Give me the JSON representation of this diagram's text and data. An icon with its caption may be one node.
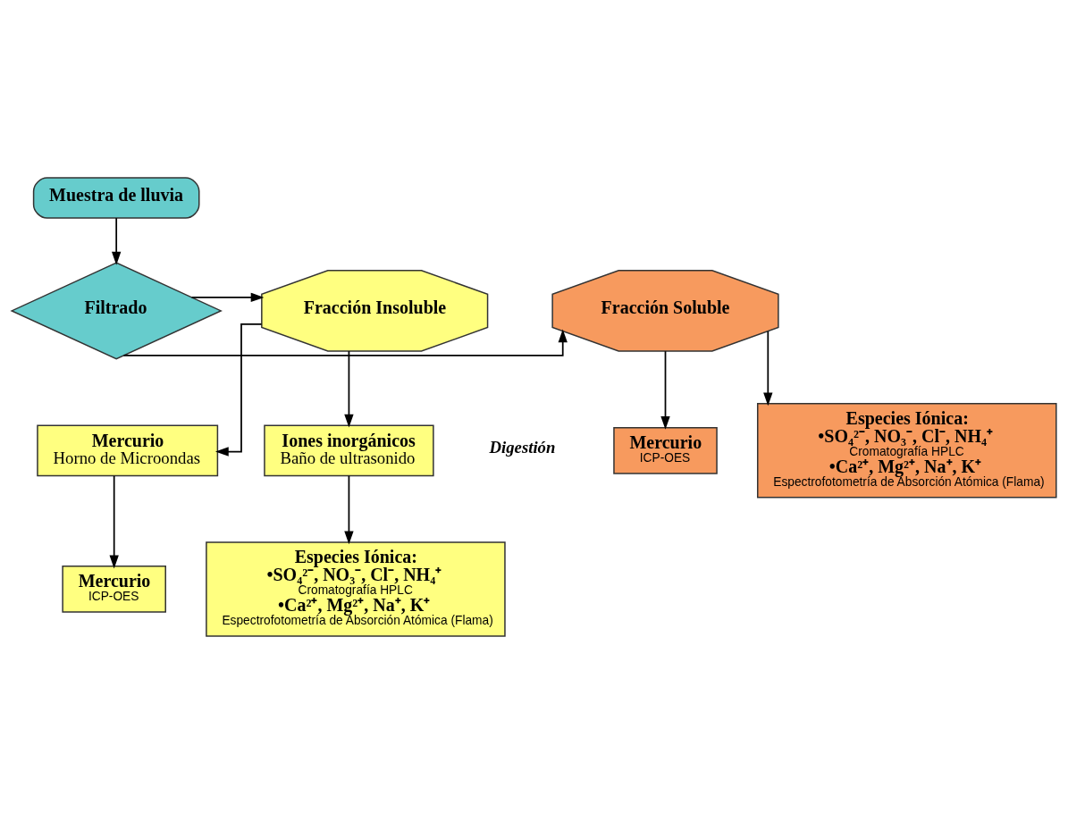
{
  "diagram": {
    "nodes": [
      {
        "text": [
          "Muestra de lluvia"
        ]
      },
      {
        "text": [
          "Filtrado"
        ]
      },
      {
        "text": [
          "Fracción Soluble"
        ]
      },
      {
        "text": [
          "Fracción Insoluble"
        ]
      },
      {
        "text": [
          "Especies Iónica:",
          "•SO₄²⁻, NO₃⁻, Cl⁻, NH₄⁺",
          "Cromatografía HPLC",
          "•Ca²⁺, Mg²⁺, Na⁺, K⁺",
          "Espectrofotometría de Absorción Atómica (Flama)"
        ]
      },
      {
        "text": [
          "Mercurio",
          "ICP-OES"
        ]
      },
      {
        "text": [
          "Mercurio",
          "Horno de Microondas"
        ]
      },
      {
        "text": [
          "Iones inorgánicos",
          "Baño de ultrasonido"
        ]
      },
      {
        "text": [
          "Especies Iónica:",
          "•SO₄²⁻, NO₃⁻, Cl⁻, NH₄⁺",
          "Cromatografía HPLC",
          "•Ca²⁺, Mg²⁺, Na⁺, K⁺",
          "Espectrofotometría de Absorción Atómica (Flama)"
        ]
      },
      {
        "text": [
          "Mercurio",
          "ICP-OES"
        ]
      }
    ],
    "edges": [
      {
        "from": 0,
        "to": 1,
        "arrow": "to"
      },
      {
        "from": 1,
        "to": 2,
        "arrow": "to"
      },
      {
        "from": 1,
        "to": 3,
        "arrow": "to"
      },
      {
        "from": 2,
        "to": 4,
        "arrow": "to"
      },
      {
        "from": 2,
        "to": 5,
        "arrow": "to"
      },
      {
        "from": 3,
        "to": 6,
        "arrow": "to"
      },
      {
        "from": 3,
        "to": 7,
        "arrow": "to"
      },
      {
        "from": 7,
        "to": 8,
        "arrow": "to"
      },
      {
        "from": 6,
        "to": 9,
        "arrow": "to"
      }
    ],
    "labels": [
      "Digestión"
    ]
  }
}
